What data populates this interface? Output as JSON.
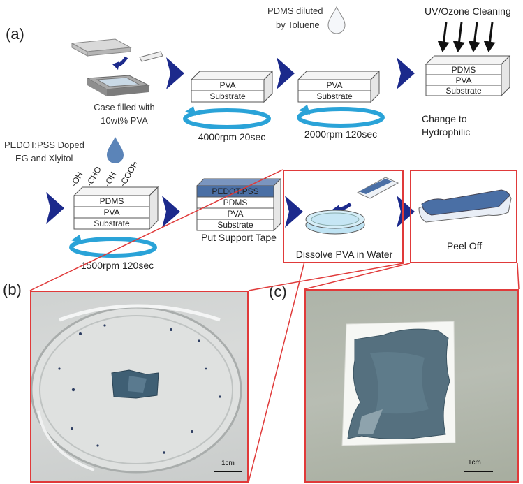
{
  "panels": {
    "a": "(a)",
    "b": "(b)",
    "c": "(c)"
  },
  "step1": {
    "caption_line1": "Case filled with",
    "caption_line2": "10wt% PVA"
  },
  "step2": {
    "layers": [
      "PVA",
      "Substrate"
    ],
    "spin": "4000rpm 20sec"
  },
  "step3": {
    "drop_line1": "PDMS diluted",
    "drop_line2": "by Toluene",
    "layers": [
      "PVA",
      "Substrate"
    ],
    "spin": "2000rpm 120sec"
  },
  "step4": {
    "title": "UV/Ozone Cleaning",
    "layers": [
      "PDMS",
      "PVA",
      "Substrate"
    ],
    "caption_line1": "Change to",
    "caption_line2": "Hydrophilic"
  },
  "step5": {
    "drop_line1": "PEDOT:PSS Doped",
    "drop_line2": "EG and Xlyitol",
    "groups": [
      "-OH",
      "-CHO",
      "-OH",
      "-COOH"
    ],
    "layers": [
      "PDMS",
      "PVA",
      "Substrate"
    ],
    "spin": "1500rpm 120sec"
  },
  "step6": {
    "layers": [
      "PEDOT:PSS",
      "PDMS",
      "PVA",
      "Substrate"
    ],
    "caption": "Put Support Tape"
  },
  "step7": {
    "caption": "Dissolve PVA in Water"
  },
  "step8": {
    "caption": "Peel Off"
  },
  "photo_b": {
    "scale": "1cm"
  },
  "photo_c": {
    "scale": "1cm"
  },
  "colors": {
    "arrow": "#1c2a8c",
    "spin": "#2aa3d8",
    "red": "#e03a3a",
    "pedot": "#4a6fa5",
    "drop": "#5b84b8"
  }
}
